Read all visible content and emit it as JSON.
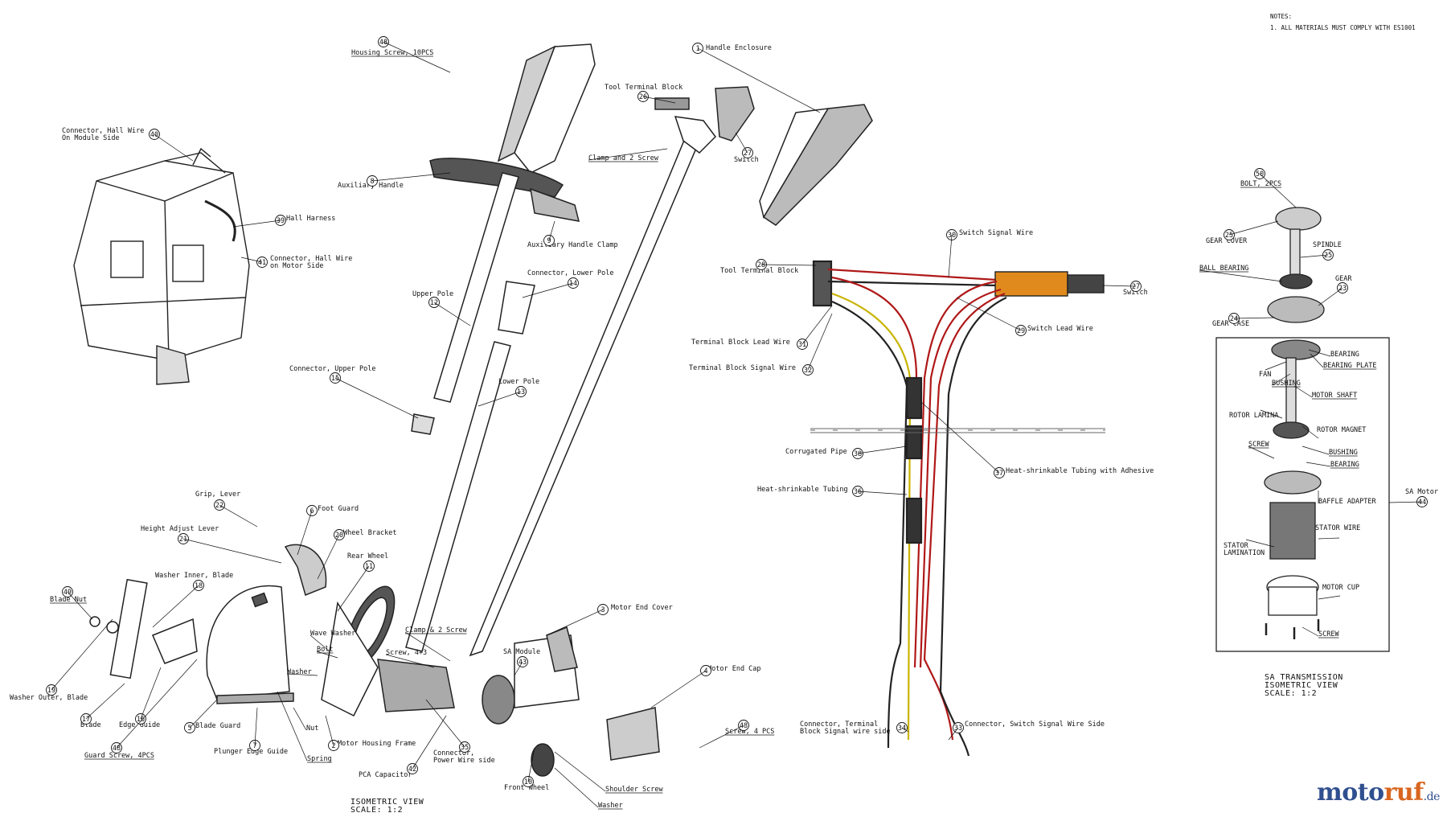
{
  "notes": {
    "heading": "NOTES:",
    "line1": "1. ALL MATERIALS MUST COMPLY WITH ES1001"
  },
  "titles": {
    "main": {
      "line1": "ISOMETRIC VIEW",
      "line2": "SCALE:  1:2"
    },
    "transmission": {
      "line1": "SA TRANSMISSION",
      "line2": "ISOMETRIC VIEW",
      "line3": "SCALE:  1:2"
    }
  },
  "logo": {
    "part1": "moto",
    "part2": "ruf",
    "suffix": ".de"
  },
  "colors": {
    "wire_red": "#b01818",
    "wire_black": "#222222",
    "wire_yellow": "#c9b400",
    "switch_orange": "#e08a1e",
    "logo_blue": "#2f4f8f",
    "logo_orange": "#d9661f"
  },
  "callouts": [
    {
      "num": "48",
      "lines": [
        "Housing Screw, 10PCS"
      ]
    },
    {
      "num": "1",
      "lines": [
        "Handle Enclosure"
      ]
    },
    {
      "num": "26",
      "lines": [
        "Tool Terminal Block"
      ]
    },
    {
      "num": "27",
      "lines": [
        "Switch"
      ]
    },
    {
      "num": "",
      "lines": [
        "Clamp and 2 Screw"
      ]
    },
    {
      "num": "40",
      "lines": [
        "Connector, Hall Wire",
        "On Module Side"
      ]
    },
    {
      "num": "8",
      "lines": [
        "Auxiliary Handle"
      ]
    },
    {
      "num": "39",
      "lines": [
        "Hall Harness"
      ]
    },
    {
      "num": "41",
      "lines": [
        "Connector, Hall Wire",
        "on Motor Side"
      ]
    },
    {
      "num": "9",
      "lines": [
        "Auxiliary Handle Clamp"
      ]
    },
    {
      "num": "14",
      "lines": [
        "Connector, Lower Pole"
      ]
    },
    {
      "num": "12",
      "lines": [
        "Upper Pole"
      ]
    },
    {
      "num": "15",
      "lines": [
        "Connector, Upper Pole"
      ]
    },
    {
      "num": "13",
      "lines": [
        "Lower Pole"
      ]
    },
    {
      "num": "22",
      "lines": [
        "Grip, Lever"
      ]
    },
    {
      "num": "6",
      "lines": [
        "Foot Guard"
      ]
    },
    {
      "num": "21",
      "lines": [
        "Height Adjust Lever"
      ]
    },
    {
      "num": "20",
      "lines": [
        "Wheel Bracket"
      ]
    },
    {
      "num": "11",
      "lines": [
        "Rear Wheel"
      ]
    },
    {
      "num": "18",
      "lines": [
        "Washer Inner, Blade"
      ]
    },
    {
      "num": "49",
      "lines": [
        "Blade Nut"
      ]
    },
    {
      "num": "",
      "lines": [
        "Wave Washer"
      ]
    },
    {
      "num": "",
      "lines": [
        "Bolt"
      ]
    },
    {
      "num": "",
      "lines": [
        "Washer"
      ]
    },
    {
      "num": "",
      "lines": [
        "Clamp & 2 Screw"
      ]
    },
    {
      "num": "",
      "lines": [
        "Screw, 4+3"
      ]
    },
    {
      "num": "43",
      "lines": [
        "SA Module"
      ]
    },
    {
      "num": "3",
      "lines": [
        "Motor End Cover"
      ]
    },
    {
      "num": "4",
      "lines": [
        "Motor End Cap"
      ]
    },
    {
      "num": "19",
      "lines": [
        "Washer Outer, Blade"
      ]
    },
    {
      "num": "17",
      "lines": [
        "Blade"
      ]
    },
    {
      "num": "16",
      "lines": [
        "Edge Guide"
      ]
    },
    {
      "num": "5",
      "lines": [
        "Blade Guard"
      ]
    },
    {
      "num": "48",
      "lines": [
        "Guard Screw, 4PCS"
      ]
    },
    {
      "num": "7",
      "lines": [
        "Plunger Edge Guide"
      ]
    },
    {
      "num": "",
      "lines": [
        "Nut"
      ]
    },
    {
      "num": "",
      "lines": [
        "Spring"
      ]
    },
    {
      "num": "2",
      "lines": [
        "Motor Housing Frame"
      ]
    },
    {
      "num": "35",
      "lines": [
        "Connector,",
        "Power Wire side"
      ]
    },
    {
      "num": "42",
      "lines": [
        "PCA Capacitor"
      ]
    },
    {
      "num": "10",
      "lines": [
        "Front Wheel"
      ]
    },
    {
      "num": "",
      "lines": [
        "Shoulder Screw"
      ]
    },
    {
      "num": "",
      "lines": [
        "Washer"
      ]
    },
    {
      "num": "48",
      "lines": [
        "Screw, 4 PCS"
      ]
    },
    {
      "num": "30",
      "lines": [
        "Switch Signal Wire"
      ]
    },
    {
      "num": "28",
      "lines": [
        "Tool Terminal Block"
      ]
    },
    {
      "num": "27",
      "lines": [
        "Switch"
      ]
    },
    {
      "num": "29",
      "lines": [
        "Switch Lead Wire"
      ]
    },
    {
      "num": "31",
      "lines": [
        "Terminal Block Lead Wire"
      ]
    },
    {
      "num": "32",
      "lines": [
        "Terminal Block Signal Wire"
      ]
    },
    {
      "num": "38",
      "lines": [
        "Corrugated Pipe"
      ]
    },
    {
      "num": "37",
      "lines": [
        "Heat-shrinkable Tubing with Adhesive"
      ]
    },
    {
      "num": "36",
      "lines": [
        "Heat-shrinkable Tubing"
      ]
    },
    {
      "num": "34",
      "lines": [
        "Connector, Terminal",
        "Block Signal wire side"
      ]
    },
    {
      "num": "33",
      "lines": [
        "Connector, Switch Signal Wire Side"
      ]
    },
    {
      "num": "50",
      "lines": [
        "BOLT, 2PCS"
      ]
    },
    {
      "num": "25",
      "lines": [
        "GEAR COVER"
      ]
    },
    {
      "num": "25",
      "lines": [
        "SPINDLE"
      ]
    },
    {
      "num": "",
      "lines": [
        "BALL BEARING"
      ]
    },
    {
      "num": "23",
      "lines": [
        "GEAR"
      ]
    },
    {
      "num": "24",
      "lines": [
        "GEAR CASE"
      ]
    },
    {
      "num": "",
      "lines": [
        "BEARING"
      ]
    },
    {
      "num": "",
      "lines": [
        "BEARING PLATE"
      ]
    },
    {
      "num": "",
      "lines": [
        "FAN"
      ]
    },
    {
      "num": "",
      "lines": [
        "BUSHING"
      ]
    },
    {
      "num": "",
      "lines": [
        "MOTOR SHAFT"
      ]
    },
    {
      "num": "",
      "lines": [
        "ROTOR LAMINA"
      ]
    },
    {
      "num": "",
      "lines": [
        "ROTOR MAGNET"
      ]
    },
    {
      "num": "",
      "lines": [
        "SCREW"
      ]
    },
    {
      "num": "",
      "lines": [
        "BUSHING"
      ]
    },
    {
      "num": "",
      "lines": [
        "BEARING"
      ]
    },
    {
      "num": "",
      "lines": [
        "BAFFLE ADAPTER"
      ]
    },
    {
      "num": "44",
      "lines": [
        "SA Motor"
      ]
    },
    {
      "num": "",
      "lines": [
        "STATOR WIRE"
      ]
    },
    {
      "num": "",
      "lines": [
        "STATOR",
        "LAMINATION"
      ]
    },
    {
      "num": "",
      "lines": [
        "MOTOR CUP"
      ]
    },
    {
      "num": "",
      "lines": [
        "SCREW"
      ]
    }
  ]
}
